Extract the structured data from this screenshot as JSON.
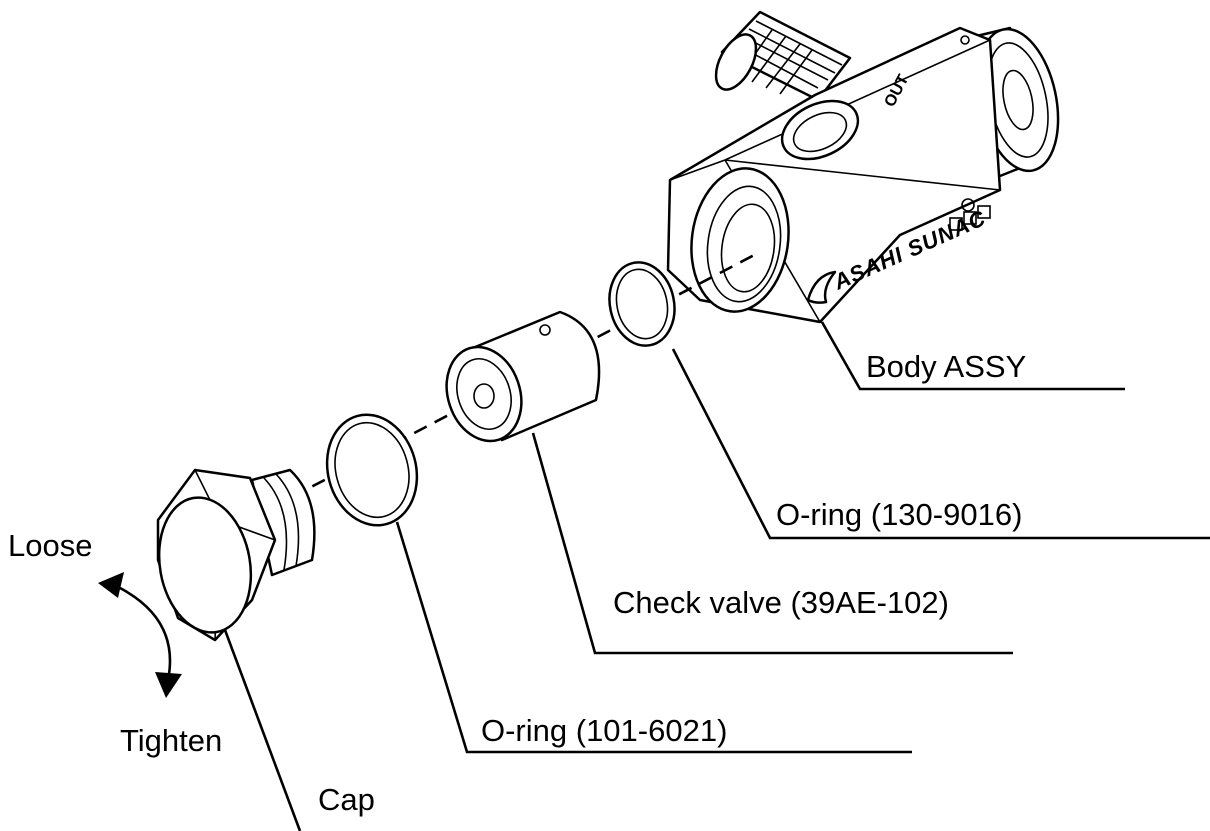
{
  "labels": {
    "body_assy": "Body ASSY",
    "oring_130": "O-ring (130-9016)",
    "check_valve": "Check valve (39AE-102)",
    "oring_101": "O-ring (101-6021)",
    "cap": "Cap",
    "loose": "Loose",
    "tighten": "Tighten"
  },
  "body_markings": {
    "brand": "ASAHI SUNAC",
    "port": "OUT"
  },
  "colors": {
    "line": "#000000",
    "background": "#ffffff"
  }
}
